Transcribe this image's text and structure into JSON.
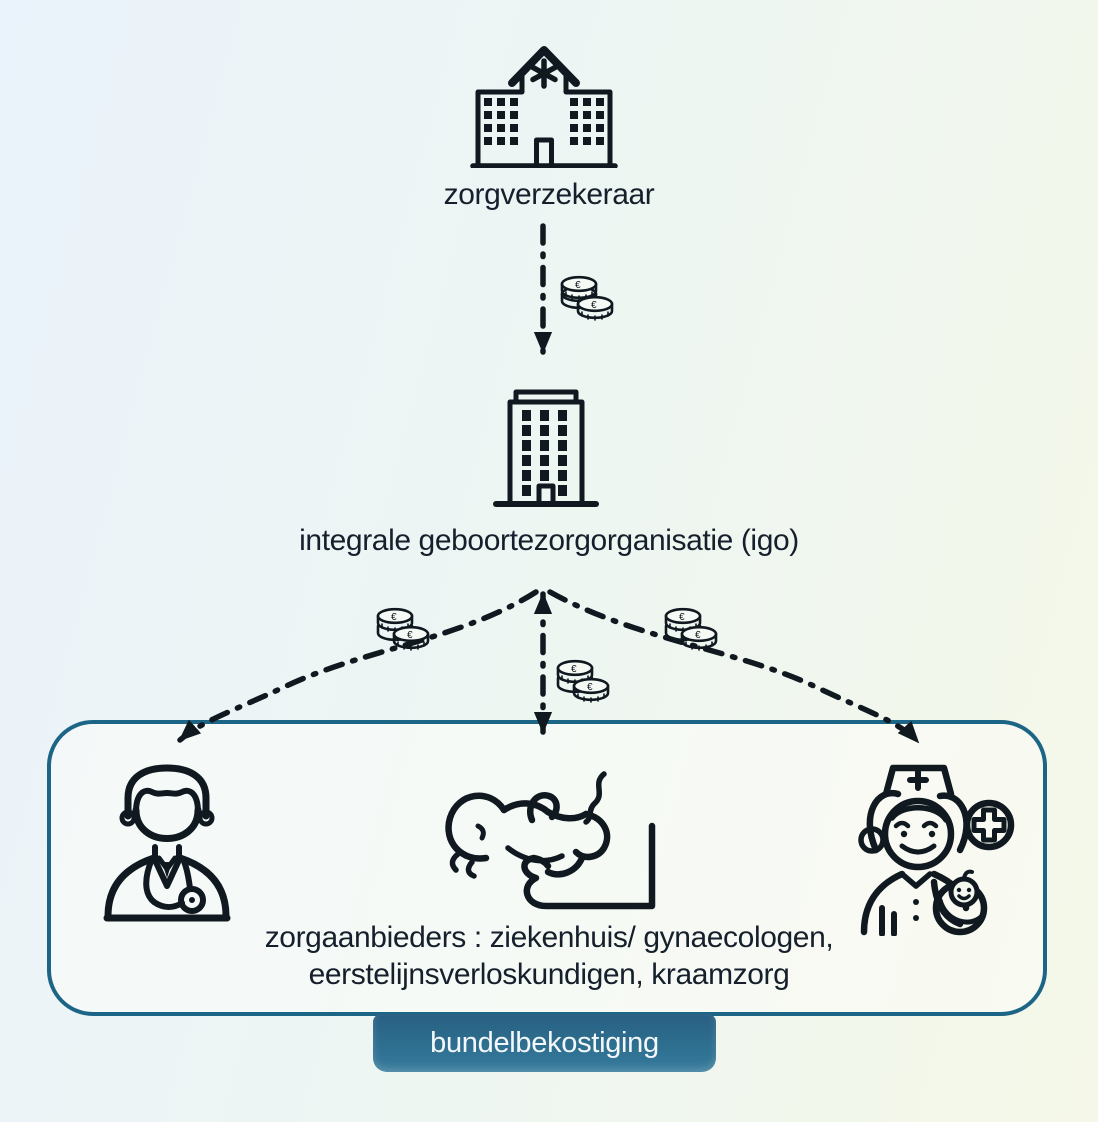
{
  "diagram": {
    "insurer": {
      "label": "zorgverzekeraar",
      "icon": "hospital-building-icon"
    },
    "igo": {
      "label": "integrale geboortezorgorganisatie (igo)",
      "icon": "office-building-icon"
    },
    "providers": {
      "label_line1": "zorgaanbieders : ziekenhuis/ gynaecologen,",
      "label_line2": "eerstelijnsverloskundigen, kraamzorg",
      "icons": [
        "doctor-icon",
        "newborn-baby-icon",
        "nurse-with-baby-icon"
      ]
    },
    "badge": {
      "label": "bundelbekostiging"
    },
    "flows": [
      {
        "from": "zorgverzekeraar",
        "to": "integrale geboortezorgorganisatie (igo)",
        "symbol": "euro-coins",
        "style": "dash-dot-arrow-down"
      },
      {
        "from": "integrale geboortezorgorganisatie (igo)",
        "to": "zorgaanbieders",
        "symbol": "euro-coins",
        "style": "dash-dot-arrows",
        "branches": [
          "left-to-doctor",
          "center-to-newborn (double-headed)",
          "right-to-nurse"
        ]
      }
    ]
  },
  "coin_symbol": "€",
  "colors": {
    "accent_teal_border": "#1d6586",
    "badge_background": "#2e6f90",
    "line_ink": "#101820",
    "background_top_left": "#eaf2fb",
    "background_bottom_right": "#f5f8e8"
  }
}
